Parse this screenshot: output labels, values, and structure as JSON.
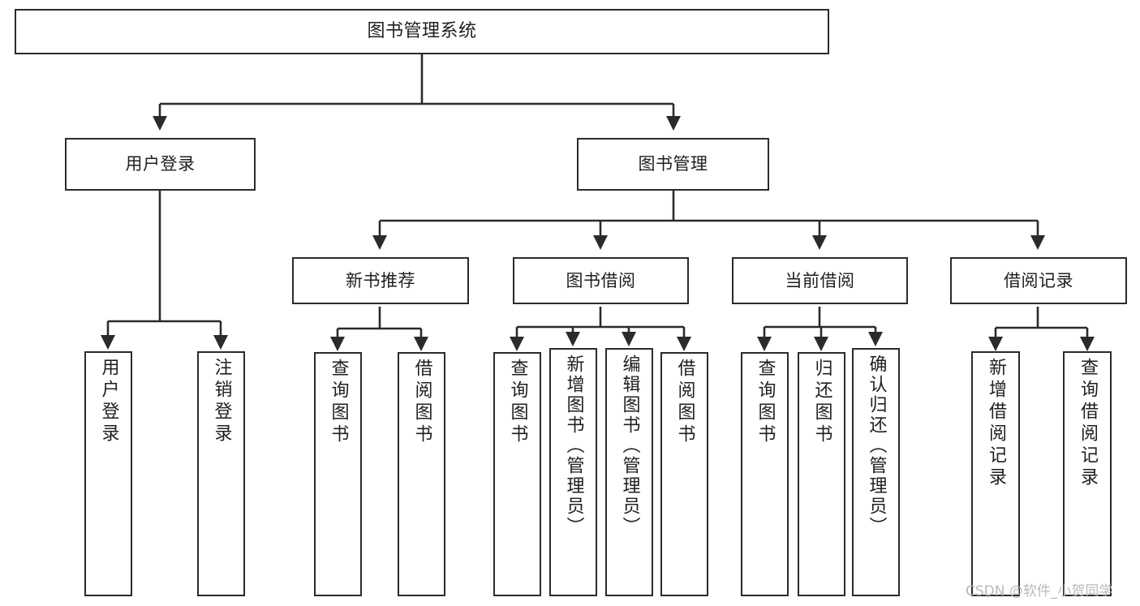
{
  "diagram": {
    "type": "tree-hierarchy",
    "title": "图书管理系统",
    "orientation": "top-down",
    "colors": {
      "box_border": "#2b2b2b",
      "box_fill": "#ffffff",
      "edge": "#2b2b2b",
      "text": "#1f1f1f",
      "watermark": "#b9b9b9",
      "background": "#ffffff"
    },
    "nodes": {
      "root": {
        "label": "图书管理系统"
      },
      "level2": [
        {
          "id": "user-login",
          "label": "用户登录"
        },
        {
          "id": "book-manage",
          "label": "图书管理"
        }
      ],
      "level3": [
        {
          "id": "new-book-rec",
          "label": "新书推荐"
        },
        {
          "id": "book-borrow",
          "label": "图书借阅"
        },
        {
          "id": "current-borrow",
          "label": "当前借阅"
        },
        {
          "id": "borrow-record",
          "label": "借阅记录"
        }
      ],
      "leaves": [
        {
          "id": "leaf-user-login",
          "label": "用户登录",
          "parent": "user-login"
        },
        {
          "id": "leaf-user-logout",
          "label": "注销登录",
          "parent": "user-login"
        },
        {
          "id": "leaf-query-book-1",
          "label": "查询图书",
          "parent": "new-book-rec"
        },
        {
          "id": "leaf-borrow-book-1",
          "label": "借阅图书",
          "parent": "new-book-rec"
        },
        {
          "id": "leaf-query-book-2",
          "label": "查询图书",
          "parent": "book-borrow"
        },
        {
          "id": "leaf-add-book",
          "label": "新增图书（管理员）",
          "parent": "book-borrow"
        },
        {
          "id": "leaf-edit-book",
          "label": "编辑图书（管理员）",
          "parent": "book-borrow"
        },
        {
          "id": "leaf-borrow-book-2",
          "label": "借阅图书",
          "parent": "book-borrow"
        },
        {
          "id": "leaf-query-book-3",
          "label": "查询图书",
          "parent": "current-borrow"
        },
        {
          "id": "leaf-return-book",
          "label": "归还图书",
          "parent": "current-borrow"
        },
        {
          "id": "leaf-confirm-return",
          "label": "确认归还（管理员）",
          "parent": "current-borrow"
        },
        {
          "id": "leaf-add-record",
          "label": "新增借阅记录",
          "parent": "borrow-record"
        },
        {
          "id": "leaf-query-record",
          "label": "查询借阅记录",
          "parent": "borrow-record"
        }
      ]
    },
    "watermark": "CSDN @软件_小贺同学"
  }
}
